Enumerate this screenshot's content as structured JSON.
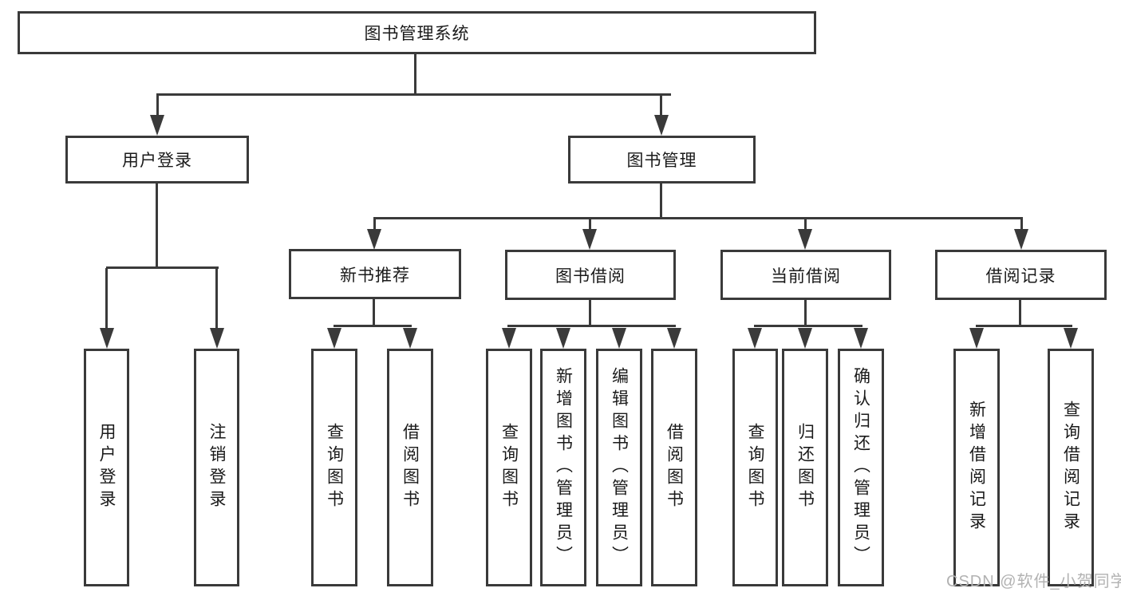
{
  "tree": {
    "root": "图书管理系统",
    "login": {
      "label": "用户登录",
      "children": [
        "用户登录",
        "注销登录"
      ]
    },
    "management": {
      "label": "图书管理",
      "sections": [
        {
          "label": "新书推荐",
          "children": [
            "查询图书",
            "借阅图书"
          ]
        },
        {
          "label": "图书借阅",
          "children": [
            "查询图书",
            "新增图书（管理员）",
            "编辑图书（管理员）",
            "借阅图书"
          ]
        },
        {
          "label": "当前借阅",
          "children": [
            "查询图书",
            "归还图书",
            "确认归还（管理员）"
          ]
        },
        {
          "label": "借阅记录",
          "children": [
            "新增借阅记录",
            "查询借阅记录"
          ]
        }
      ]
    }
  },
  "watermark": "CSDN @软件_小贺同学",
  "colors": {
    "line": "#3a3a3a",
    "text": "#1a1a1a",
    "watermark": "#b2b2b2",
    "background": "#ffffff"
  }
}
